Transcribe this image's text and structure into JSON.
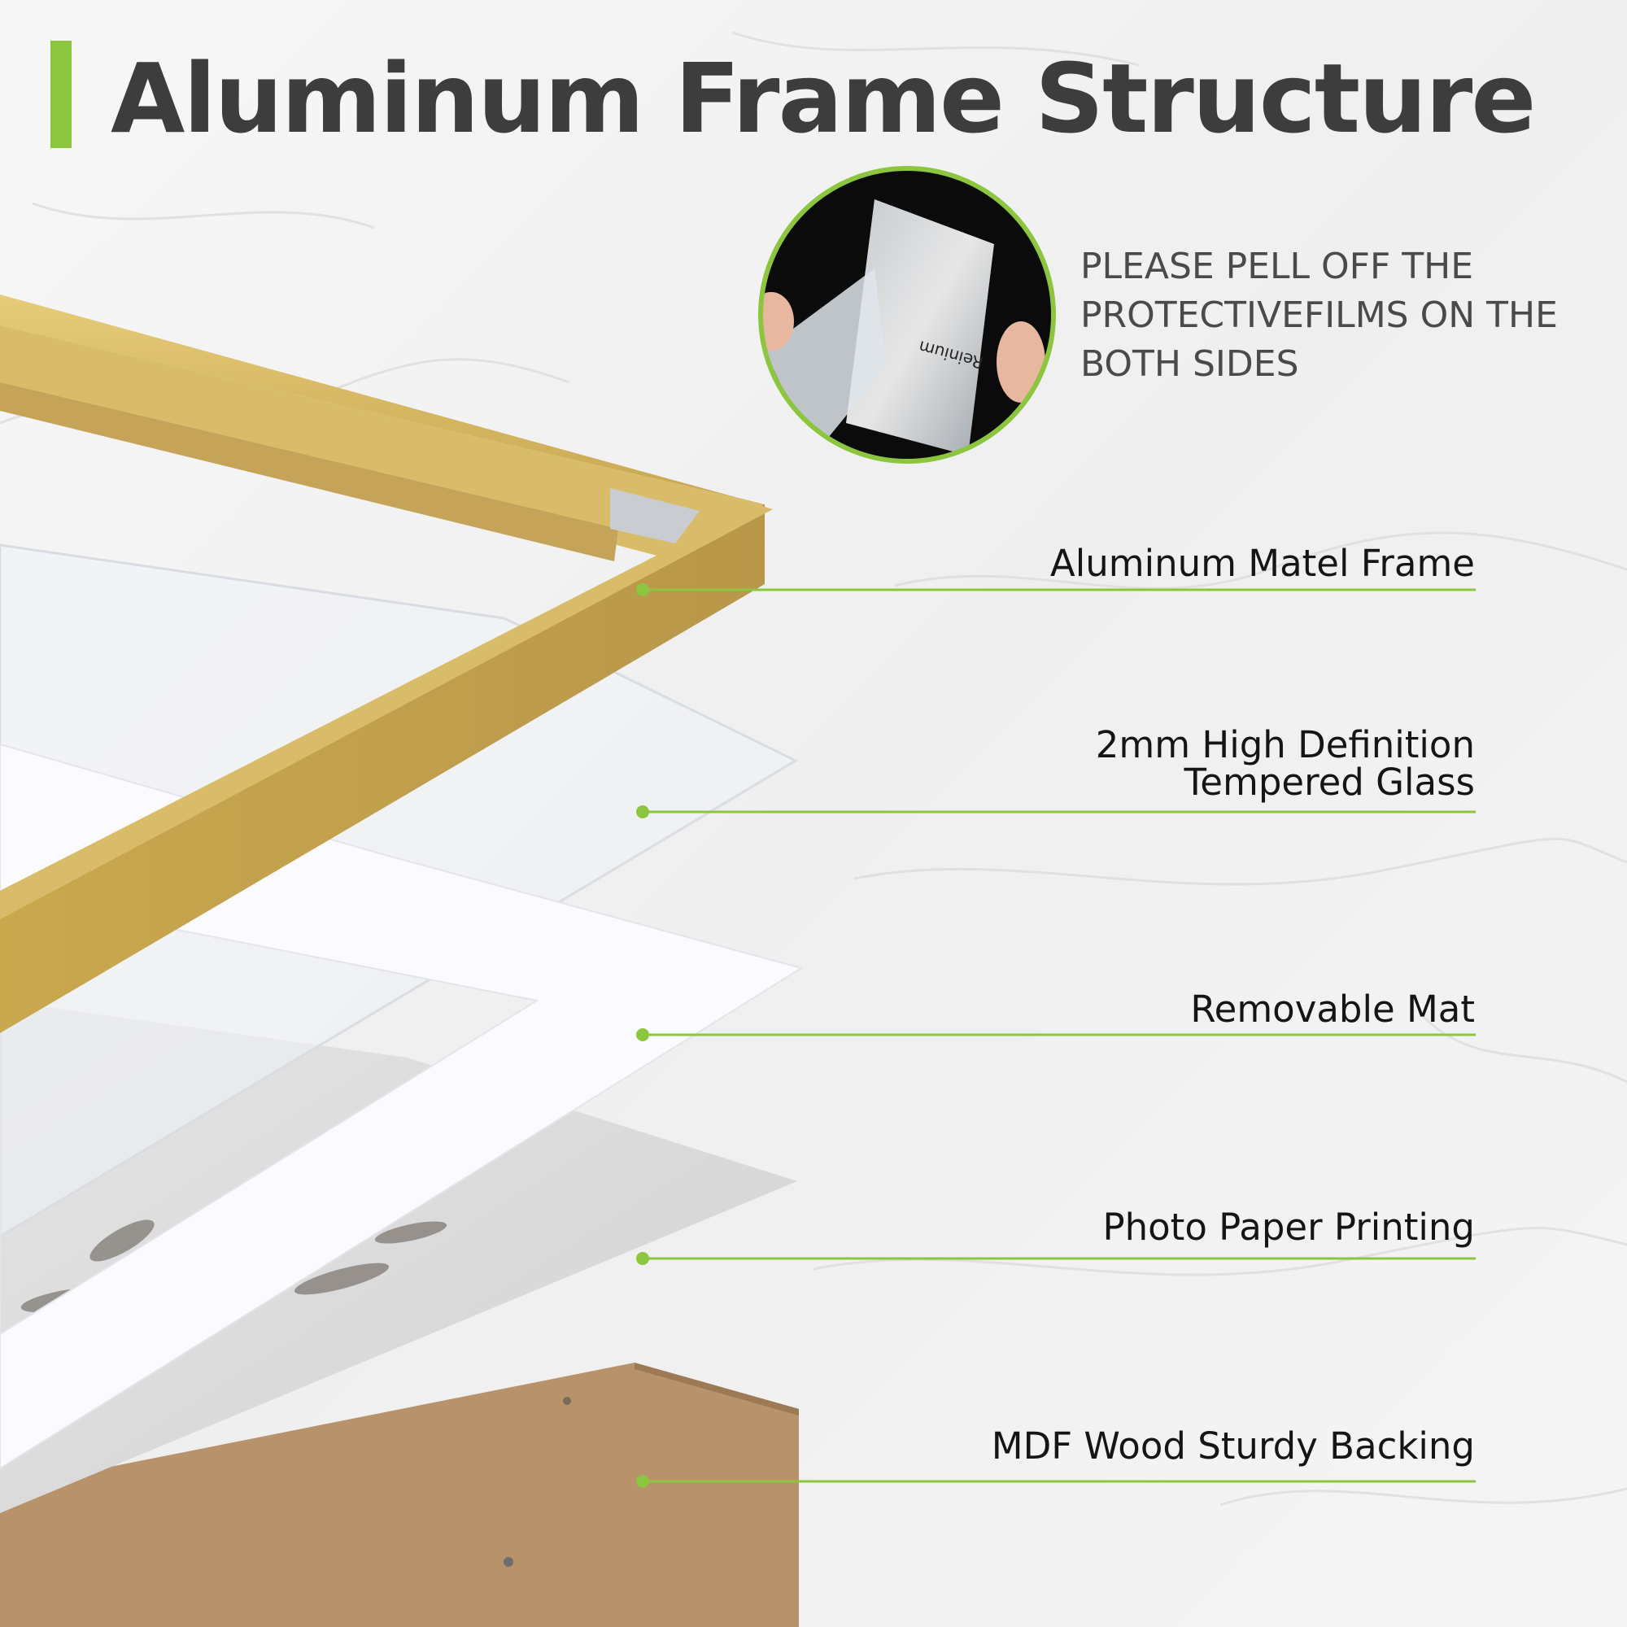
{
  "title": "Aluminum Frame Structure",
  "note": [
    "PLEASE PELL OFF THE",
    "PROTECTIVEFILMS ON THE",
    "BOTH SIDES"
  ],
  "film_label": "Reinium",
  "callouts": [
    {
      "lines": [
        "Aluminum Matel Frame"
      ]
    },
    {
      "lines": [
        "2mm High Definition",
        "Tempered Glass"
      ]
    },
    {
      "lines": [
        "Removable Mat"
      ]
    },
    {
      "lines": [
        "Photo Paper Printing"
      ]
    },
    {
      "lines": [
        "MDF Wood Sturdy Backing"
      ]
    }
  ],
  "colors": {
    "accent": "#8cc63f",
    "title": "#3d3d3d",
    "gold": "#c9a84e",
    "mdf": "#b7926a"
  }
}
